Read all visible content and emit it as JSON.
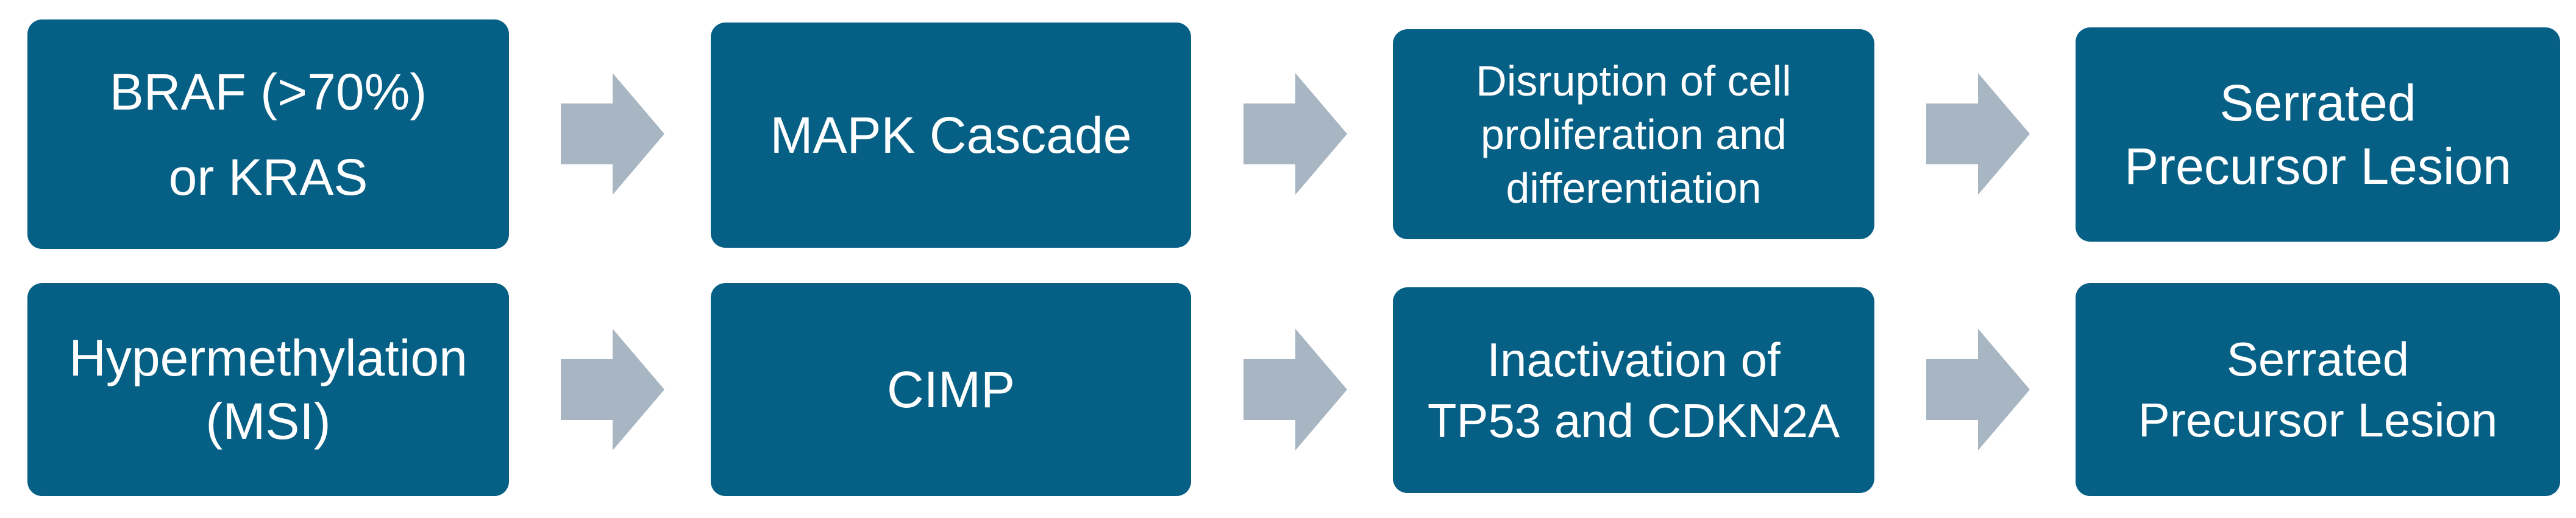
{
  "colors": {
    "box_fill": "#065f84",
    "box_text": "#ffffff",
    "arrow_fill": "#a7b6c2"
  },
  "rows": [
    {
      "boxes": [
        {
          "text": "BRAF (>70%)\nor KRAS"
        },
        {
          "text": "MAPK Cascade"
        },
        {
          "text": "Disruption of cell\nproliferation and\ndifferentiation"
        },
        {
          "text": "Serrated\nPrecursor Lesion"
        }
      ]
    },
    {
      "boxes": [
        {
          "text": "Hypermethylation\n(MSI)"
        },
        {
          "text": "CIMP"
        },
        {
          "text": "Inactivation of\nTP53 and CDKN2A"
        },
        {
          "text": "Serrated\nPrecursor Lesion"
        }
      ]
    }
  ]
}
